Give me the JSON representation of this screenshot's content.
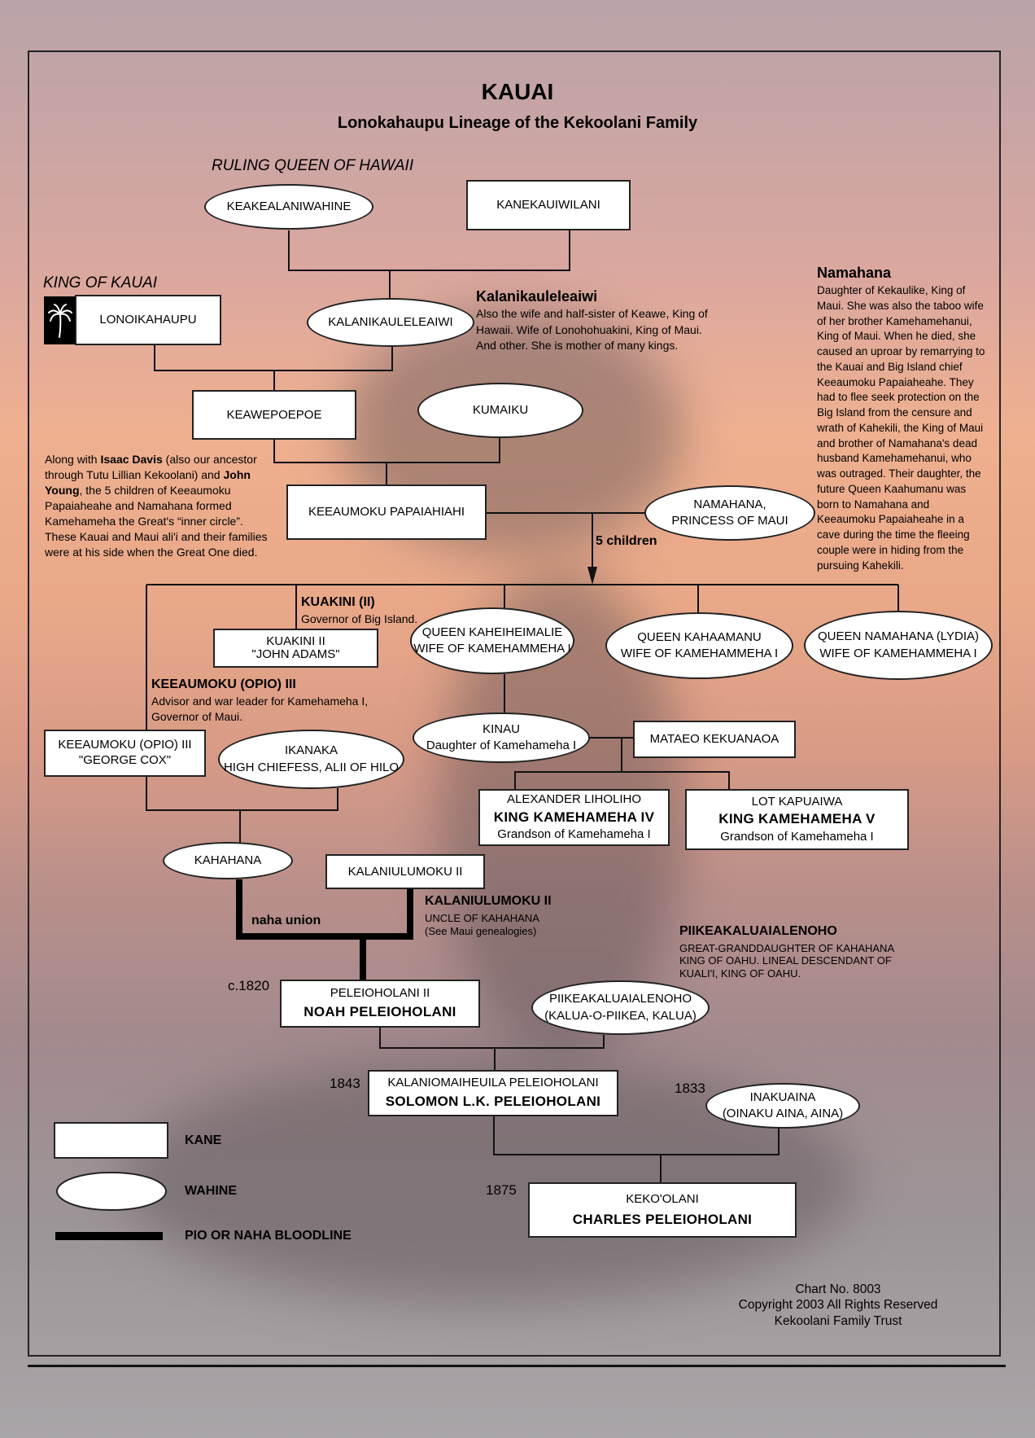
{
  "title": "KAUAI",
  "subtitle": "Lonokahaupu Lineage of the Kekoolani Family",
  "labels": {
    "ruling_queen": "RULING QUEEN OF HAWAII",
    "king_kauai": "KING OF KAUAI",
    "five_children": "5 children",
    "naha_union": "naha union",
    "year_1820": "c.1820",
    "year_1843": "1843",
    "year_1833": "1833",
    "year_1875": "1875"
  },
  "persons": {
    "keakealaniwahine": "KEAKEALANIWAHINE",
    "kanekauiwilani": "KANEKAUIWILANI",
    "lonoikahaupu": "LONOIKAHAUPU",
    "kalanikauleleaiwi": "KALANIKAULELEAIWI",
    "keawepoepoe": "KEAWEPOEPOE",
    "kumaiku": "KUMAIKU",
    "keeaumoku_papaiahiahi": "KEEAUMOKU PAPAIAHIAHI",
    "namahana_1": "NAMAHANA,",
    "namahana_2": "PRINCESS OF MAUI",
    "kuakini_1": "KUAKINI II",
    "kuakini_2": "\"JOHN ADAMS\"",
    "kaheiheimalie_1": "QUEEN KAHEIHEIMALIE",
    "kaheiheimalie_2": "WIFE OF KAMEHAMMEHA I",
    "kahaamanu_1": "QUEEN KAHAAMANU",
    "kahaamanu_2": "WIFE OF KAMEHAMMEHA I",
    "namahana_lydia_1": "QUEEN NAMAHANA (LYDIA)",
    "namahana_lydia_2": "WIFE OF KAMEHAMMEHA I",
    "kinau_1": "KINAU",
    "kinau_2": "Daughter of Kamehameha I",
    "mataeo": "MATAEO KEKUANAOA",
    "keeaumoku_opio_1": "KEEAUMOKU (OPIO) III",
    "keeaumoku_opio_2": "\"GEORGE COX\"",
    "ikanaka_1": "IKANAKA",
    "ikanaka_2": "HIGH CHIEFESS, ALII OF HILO",
    "alexander_1": "ALEXANDER LIHOLIHO",
    "alexander_2": "KING KAMEHAMEHA IV",
    "alexander_3": "Grandson of Kamehameha I",
    "lot_1": "LOT KAPUAIWA",
    "lot_2": "KING KAMEHAMEHA V",
    "lot_3": "Grandson of Kamehameha I",
    "kahahana": "KAHAHANA",
    "kalaniulumoku": "KALANIULUMOKU II",
    "noah_1": "PELEIOHOLANI II",
    "noah_2": "NOAH PELEIOHOLANI",
    "piikea_1": "PIIKEAKALUAIALENOHO",
    "piikea_2": "(KALUA-O-PIIKEA, KALUA)",
    "solomon_1": "KALANIOMAIHEUILA PELEIOHOLANI",
    "solomon_2": "SOLOMON L.K. PELEIOHOLANI",
    "inakuaina_1": "INAKUAINA",
    "inakuaina_2": "(OINAKU AINA, AINA)",
    "charles_1": "KEKO'OLANI",
    "charles_2": "CHARLES PELEIOHOLANI"
  },
  "notes": {
    "kalani_heading": "Kalanikauleleaiwi",
    "kalani_lines": [
      "Also the wife and half-sister of Keawe, King of",
      "Hawaii. Wife of Lonohohuakini, King of Maui.",
      "And other. She is mother of many kings."
    ],
    "namahana_heading": "Namahana",
    "namahana_lines": [
      "Daughter of Kekaulike, King of",
      "Maui. She was also the taboo wife",
      "of her brother Kamehamehanui,",
      "King of Maui. When he died, she",
      "caused an uproar by remarrying to",
      "the Kauai and Big Island chief",
      "Keeaumoku Papaiaheahe. They",
      "had to flee seek protection on the",
      "Big Island from the censure and",
      "wrath of Kahekili, the King of Maui",
      "and brother of Namahana's dead",
      "husband Kamehamehanui, who",
      "was outraged. Their daughter, the",
      "future Queen Kaahumanu was",
      "born to Namahana and",
      "Keeaumoku Papaiaheahe in a",
      "cave during the time the fleeing",
      "couple were in hiding from the",
      "pursuing Kahekili."
    ],
    "along_a": "Along with ",
    "along_b": "Isaac Davis",
    "along_c": " (also our ancestor",
    "along_d": "through Tutu Lillian Kekoolani) and ",
    "along_e": "John",
    "along_f": "Young",
    "along_g": ", the 5 children of Keeaumoku",
    "along_lines": [
      "Papaiaheahe and Namahana formed",
      "Kamehameha the Great's “inner circle”.",
      "These Kauai and Maui ali'i and their families",
      "were at his side when the Great One died."
    ],
    "kuakini_heading": "KUAKINI (II)",
    "kuakini_sub": "Governor of Big Island.",
    "keeaumoku_heading": "KEEAUMOKU (OPIO) III",
    "keeaumoku_lines": [
      "Advisor and war leader for Kamehameha I,",
      "Governor of Maui."
    ],
    "kalaniu_heading": "KALANIULUMOKU II",
    "kalaniu_lines": [
      "UNCLE OF KAHAHANA",
      "(See Maui genealogies)"
    ],
    "piikea_heading": "PIIKEAKALUAIALENOHO",
    "piikea_lines": [
      "GREAT-GRANDDAUGHTER OF KAHAHANA",
      "KING OF OAHU. LINEAL DESCENDANT OF",
      "KUALI'I, KING OF OAHU."
    ]
  },
  "legend": {
    "kane": "KANE",
    "wahine": "WAHINE",
    "bloodline": "PIO OR NAHA BLOODLINE"
  },
  "footer": {
    "chart_no": "Chart No. 8003",
    "copyright": "Copyright 2003 All Rights Reserved",
    "trust": "Kekoolani Family Trust"
  },
  "icons": {
    "palm": "palm-tree-icon"
  }
}
